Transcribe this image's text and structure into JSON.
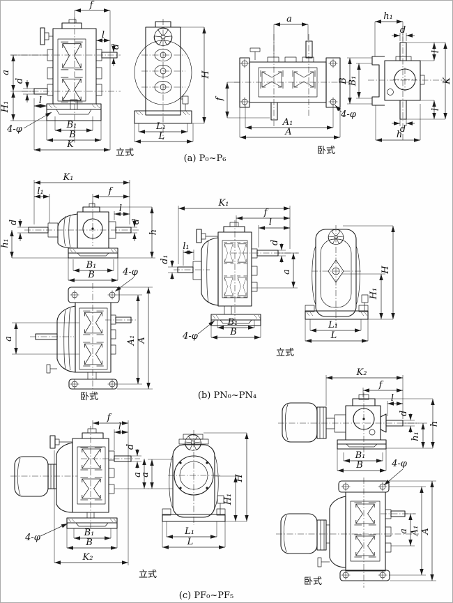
{
  "symbols": {
    "f": "f",
    "l": "l",
    "l1": "l₁",
    "d": "d",
    "d1": "d₁",
    "a": "a",
    "h": "h",
    "h1": "h₁",
    "H": "H",
    "H1": "H₁",
    "B": "B",
    "B1": "B₁",
    "K": "K",
    "K1": "K₁",
    "K2": "K₂",
    "L": "L",
    "L1": "L₁",
    "A": "A",
    "A1": "A₁",
    "bolt": "4-φ"
  },
  "sections": {
    "a": {
      "caption": "(a) P₀~P₆",
      "vertical_label": "立式",
      "horizontal_label": "卧式"
    },
    "b": {
      "caption": "(b) PN₀~PN₄",
      "vertical_label": "立式",
      "horizontal_label": "卧式"
    },
    "c": {
      "caption": "(c) PF₀~PF₅",
      "vertical_label": "立式",
      "horizontal_label": "卧式"
    }
  }
}
